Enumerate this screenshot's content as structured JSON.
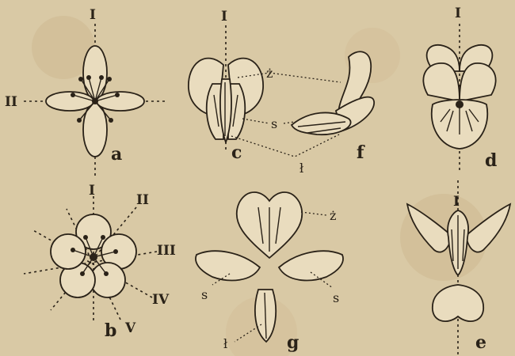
{
  "figures": {
    "a": {
      "letter": "a",
      "axes": [
        "I",
        "II"
      ]
    },
    "b": {
      "letter": "b",
      "axes": [
        "I",
        "II",
        "III",
        "IV",
        "V"
      ]
    },
    "c": {
      "letter": "c",
      "axis": "I"
    },
    "d": {
      "letter": "d",
      "axis": "I"
    },
    "e": {
      "letter": "e",
      "axis": "I"
    },
    "f": {
      "letter": "f"
    },
    "g": {
      "letter": "g"
    }
  },
  "part_labels": {
    "z": "ż",
    "s": "s",
    "l": "ł"
  }
}
